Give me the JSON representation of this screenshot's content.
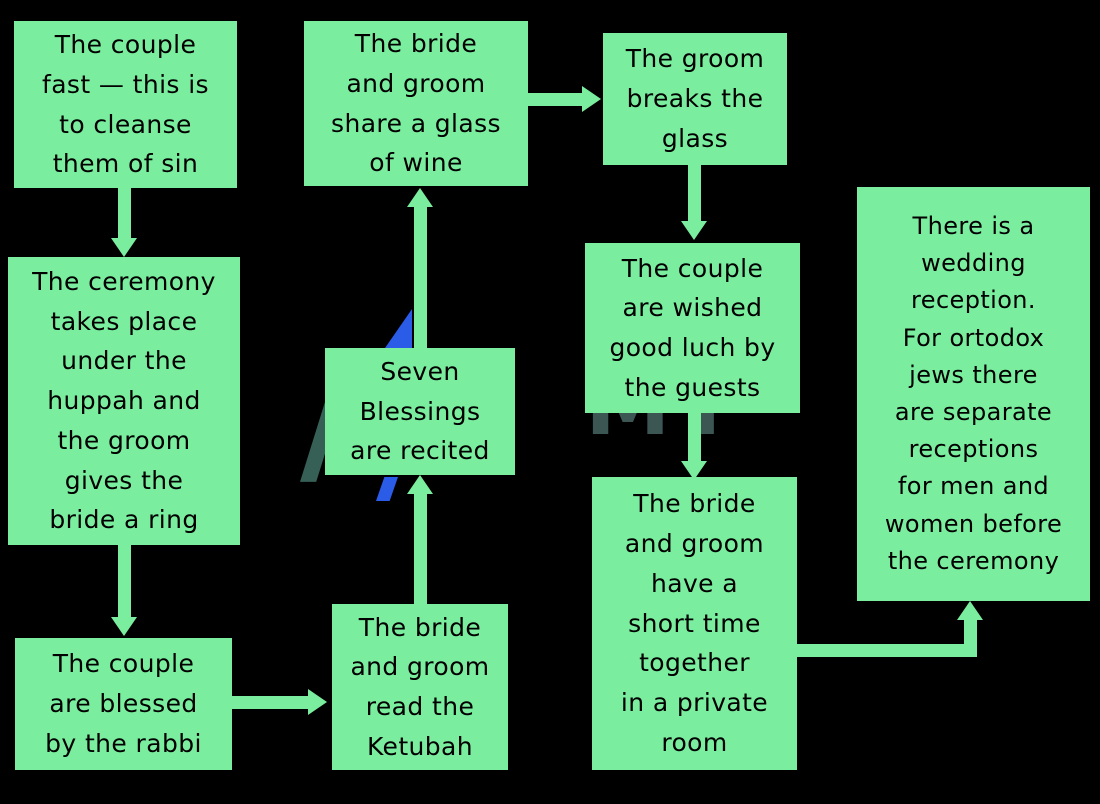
{
  "diagram": {
    "title": "Jewish Wedding Ceremony Flowchart",
    "background_color": "#000000",
    "node_color": "#7aee9e",
    "text_color": "#000000",
    "connector_color": "#7aee9e",
    "artifact_color": "#2a5ce8"
  },
  "watermarks": {
    "primary": "/S",
    "secondary": "MY"
  },
  "nodes": [
    {
      "id": "fast",
      "text": "The couple\nfast — this is\nto cleanse\nthem of sin"
    },
    {
      "id": "ceremony",
      "text": "The ceremony\ntakes place\nunder the\nhuppah and\nthe groom\ngives the\nbride a ring"
    },
    {
      "id": "blessed",
      "text": "The couple\nare blessed\nby the rabbi"
    },
    {
      "id": "ketubah",
      "text": "The bride\nand groom\nread the\nKetubah"
    },
    {
      "id": "seven-blessings",
      "text": "Seven\nBlessings\nare recited"
    },
    {
      "id": "wine",
      "text": "The bride\nand groom\nshare a glass\nof wine"
    },
    {
      "id": "breaks-glass",
      "text": "The groom\nbreaks the\nglass"
    },
    {
      "id": "good-luck",
      "text": "The couple\nare wished\ngood luch by\nthe guests"
    },
    {
      "id": "private-room",
      "text": "The bride\nand groom\nhave a\nshort time\ntogether\nin a private\nroom"
    },
    {
      "id": "reception",
      "text": "There is a\nwedding\nreception.\nFor ortodox\njews there\nare separate\nreceptions\nfor men and\nwomen before\nthe ceremony"
    }
  ],
  "connections": [
    {
      "from": "fast",
      "to": "ceremony",
      "direction": "down"
    },
    {
      "from": "ceremony",
      "to": "blessed",
      "direction": "down"
    },
    {
      "from": "blessed",
      "to": "ketubah",
      "direction": "right"
    },
    {
      "from": "ketubah",
      "to": "seven-blessings",
      "direction": "up"
    },
    {
      "from": "seven-blessings",
      "to": "wine",
      "direction": "up"
    },
    {
      "from": "wine",
      "to": "breaks-glass",
      "direction": "right"
    },
    {
      "from": "breaks-glass",
      "to": "good-luck",
      "direction": "down"
    },
    {
      "from": "good-luck",
      "to": "private-room",
      "direction": "down"
    },
    {
      "from": "private-room",
      "to": "reception",
      "direction": "elbow-up-right"
    }
  ]
}
